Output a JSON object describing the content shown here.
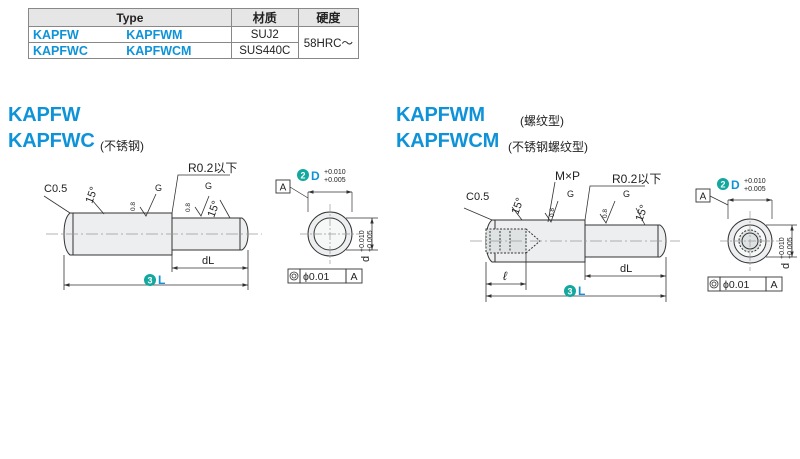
{
  "spec_table": {
    "headers": [
      "Type",
      "材质",
      "硬度"
    ],
    "rows": [
      {
        "type_a": "KAPFW",
        "type_b": "KAPFWM",
        "material": "SUJ2"
      },
      {
        "type_a": "KAPFWC",
        "type_b": "KAPFWCM",
        "material": "SUS440C"
      }
    ],
    "hardness": "58HRC～"
  },
  "left": {
    "title_1": "KAPFW",
    "title_2": "KAPFWC",
    "title_2_note": "(不锈钢)",
    "labels": {
      "chamfer": "C0.5",
      "angle_1": "15°",
      "angle_2": "15°",
      "rough_1": "0.8",
      "rough_2": "0.8",
      "g_1": "G",
      "g_2": "G",
      "radius": "R0.2以下",
      "dl": "dL",
      "num_L": "3",
      "L": "L",
      "num_D": "2",
      "D": "D",
      "D_tol_top": "+0.010",
      "D_tol_bot": "+0.005",
      "d": "d",
      "d_tol_top": "+0.010",
      "d_tol_bot": "+0.005",
      "datum": "A",
      "coax_phi": "ϕ0.01",
      "coax_ref": "A"
    }
  },
  "right": {
    "title_1": "KAPFWM",
    "title_1_note": "(螺纹型)",
    "title_2": "KAPFWCM",
    "title_2_note": "(不锈钢螺纹型)",
    "labels": {
      "chamfer": "C0.5",
      "thread": "M×P",
      "angle_1": "15°",
      "angle_2": "15°",
      "rough_1": "0.8",
      "rough_2": "0.8",
      "g_1": "G",
      "g_2": "G",
      "radius": "R0.2以下",
      "ell": "ℓ",
      "dl": "dL",
      "num_L": "3",
      "L": "L",
      "num_D": "2",
      "D": "D",
      "D_tol_top": "+0.010",
      "D_tol_bot": "+0.005",
      "d": "d",
      "d_tol_top": "+0.010",
      "d_tol_bot": "+0.005",
      "datum": "A",
      "coax_phi": "ϕ0.01",
      "coax_ref": "A"
    }
  },
  "colors": {
    "accent": "#0e93d8",
    "badge": "#13a89e",
    "line": "#333333",
    "center": "#9a9a9a"
  }
}
